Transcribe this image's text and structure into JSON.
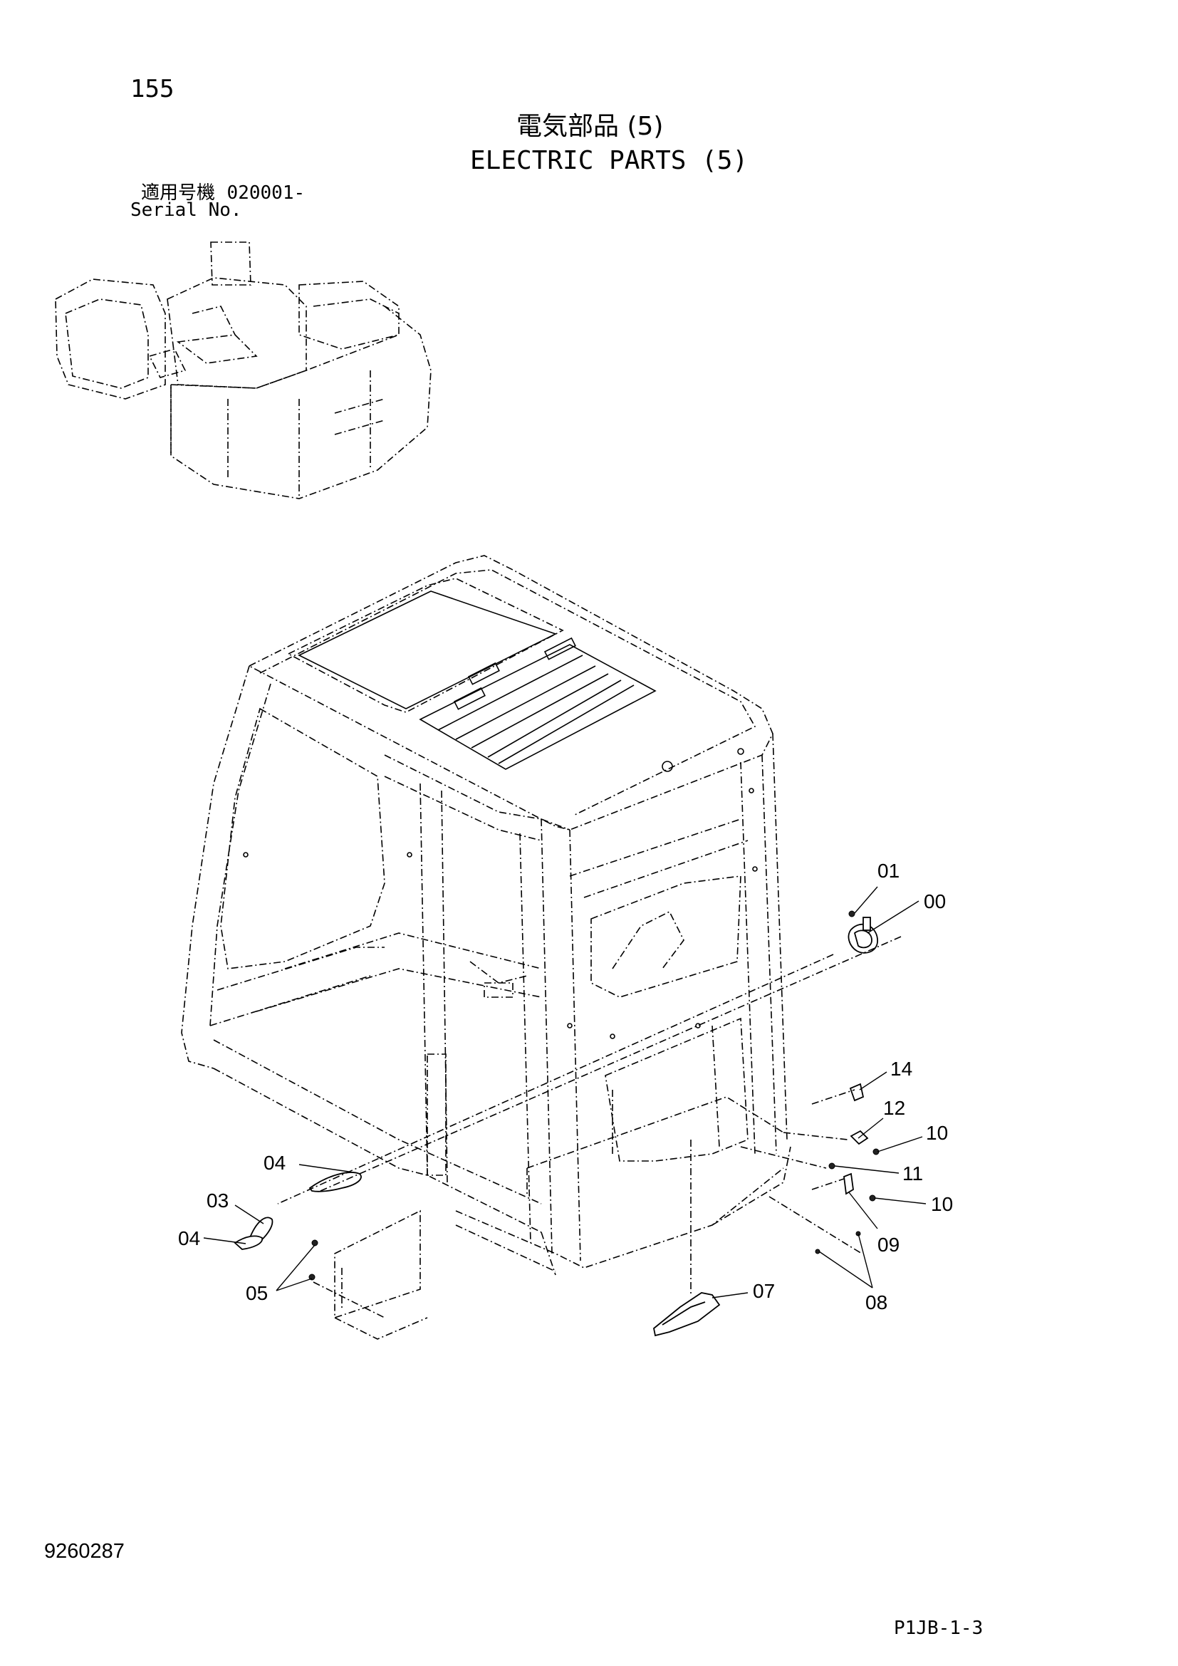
{
  "page": {
    "page_number": "155",
    "title_jp": "電気部品 (5)",
    "title_en": "ELECTRIC PARTS (5)",
    "serial_label_jp": "適用号機",
    "serial_value": "020001-",
    "serial_label_en": "Serial No.",
    "doc_number": "9260287",
    "catalog_code": "P1JB-1-3"
  },
  "callouts": [
    {
      "id": "01",
      "label": "01"
    },
    {
      "id": "00",
      "label": "00"
    },
    {
      "id": "14",
      "label": "14"
    },
    {
      "id": "12",
      "label": "12"
    },
    {
      "id": "10a",
      "label": "10"
    },
    {
      "id": "11",
      "label": "11"
    },
    {
      "id": "10b",
      "label": "10"
    },
    {
      "id": "09",
      "label": "09"
    },
    {
      "id": "08",
      "label": "08"
    },
    {
      "id": "07",
      "label": "07"
    },
    {
      "id": "04a",
      "label": "04"
    },
    {
      "id": "03",
      "label": "03"
    },
    {
      "id": "04b",
      "label": "04"
    },
    {
      "id": "05",
      "label": "05"
    }
  ],
  "colors": {
    "ink": "#000000",
    "paper": "#ffffff"
  }
}
